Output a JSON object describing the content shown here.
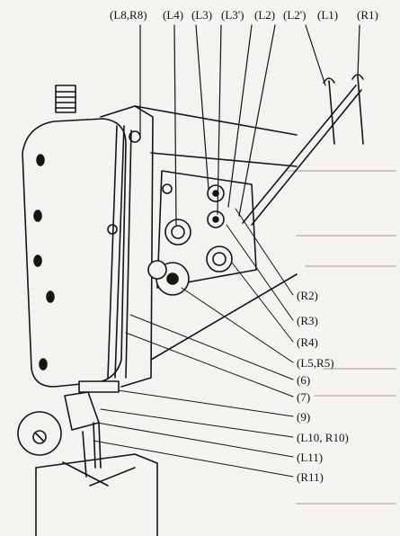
{
  "top_labels": [
    "(L8,R8)",
    "(L4)",
    "(L3)",
    "(L3')",
    "(L2)",
    "(L2')",
    "(L1)",
    "(R1)"
  ],
  "side_labels": [
    "(R2)",
    "(R3)",
    "(R4)",
    "(L5,R5)",
    "(6)",
    "(7)",
    "(9)",
    "(L10, R10)",
    "(L11)",
    "(R11)"
  ],
  "colors": {
    "ink": "#151515",
    "paper": "#f4f3ef"
  }
}
